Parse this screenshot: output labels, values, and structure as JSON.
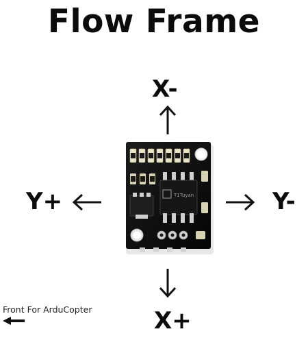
{
  "title": "Flow Frame",
  "axes": {
    "x_minus": "X-",
    "x_plus": "X+",
    "y_plus": "Y+",
    "y_minus": "Y-"
  },
  "board": {
    "chip_marking": "T1Tuyan",
    "pcb_color": "#101010"
  },
  "note": {
    "text": "Front For ArduCopter",
    "icon": "left-arrow-icon"
  }
}
